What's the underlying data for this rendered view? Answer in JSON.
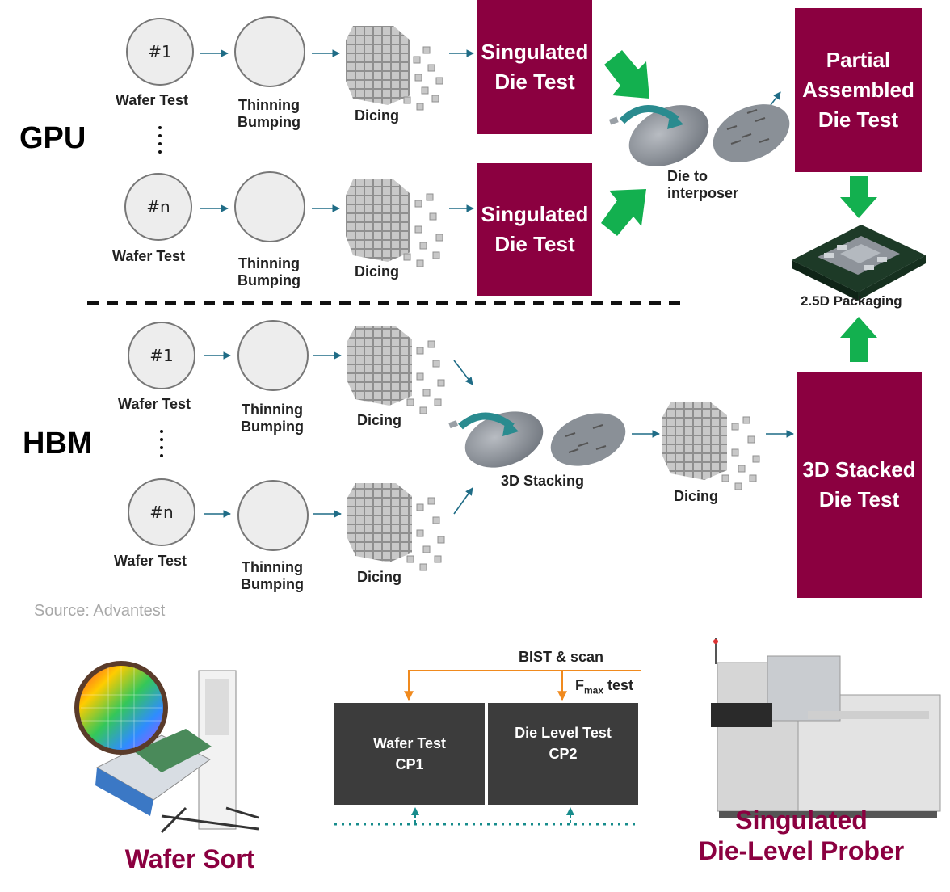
{
  "groups": {
    "gpu": "GPU",
    "hbm": "HBM"
  },
  "gpu": {
    "wafer1": "#1",
    "wafern": "#n",
    "wafer_test": "Wafer Test",
    "thinning": "Thinning",
    "bumping": "Bumping",
    "dicing": "Dicing",
    "singulated_test": "Singulated\nDie Test",
    "die_to": "Die to",
    "interposer": "interposer",
    "partial_assembled": "Partial\nAssembled\nDie Test",
    "packaging": "2.5D Packaging"
  },
  "hbm": {
    "wafer1": "#1",
    "wafern": "#n",
    "wafer_test": "Wafer Test",
    "thinning": "Thinning",
    "bumping": "Bumping",
    "dicing": "Dicing",
    "stacking": "3D Stacking",
    "stacked_test": "3D Stacked\nDie Test"
  },
  "source": "Source: Advantest",
  "bottom": {
    "wafer_sort": "Wafer Sort",
    "prober_line1": "Singulated",
    "prober_line2": "Die-Level Prober",
    "bist_scan": "BIST & scan",
    "fmax_f": "F",
    "fmax_sub": "max",
    "fmax_test": " test",
    "cp1_line1": "Wafer Test",
    "cp1_line2": "CP1",
    "cp2_line1": "Die Level Test",
    "cp2_line2": "CP2"
  },
  "colors": {
    "maroon": "#8b0040",
    "green_arrow": "#13b04f",
    "teal_arrow": "#1f6c86",
    "orange_line": "#f08a1e",
    "teal_dotted": "#178c8c",
    "cp_box": "#3c3c3c"
  }
}
